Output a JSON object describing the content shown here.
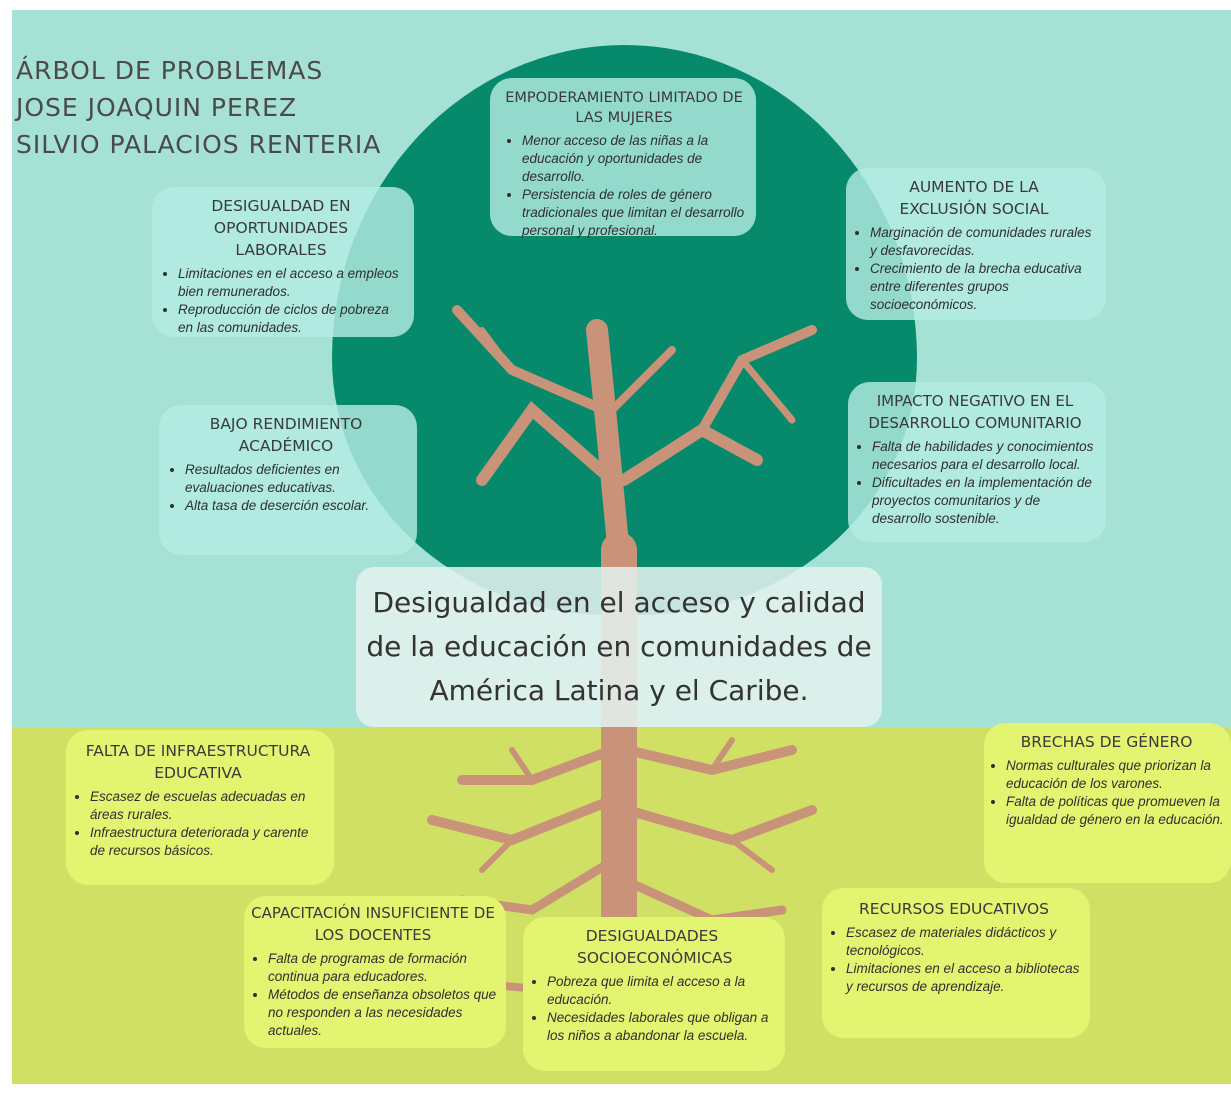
{
  "title_lines": [
    "ÁRBOL DE PROBLEMAS",
    "JOSE JOAQUIN PEREZ",
    "SILVIO PALACIOS RENTERIA"
  ],
  "central_problem": "Desigualdad en el acceso y calidad de la educación en comunidades de América Latina y el Caribe.",
  "effects": [
    {
      "title": "EMPODERAMIENTO LIMITADO DE LAS MUJERES",
      "bullets": [
        "Menor acceso de las niñas a la educación y oportunidades de desarrollo.",
        "Persistencia de roles de género tradicionales que limitan el desarrollo personal y profesional."
      ]
    },
    {
      "title": "DESIGUALDAD EN OPORTUNIDADES LABORALES",
      "bullets": [
        "Limitaciones en el acceso a empleos bien remunerados.",
        "Reproducción de ciclos de pobreza en las comunidades."
      ]
    },
    {
      "title": "AUMENTO DE LA EXCLUSIÓN SOCIAL",
      "bullets": [
        "Marginación de comunidades rurales y desfavorecidas.",
        "Crecimiento de la brecha educativa entre diferentes grupos socioeconómicos."
      ]
    },
    {
      "title": "BAJO RENDIMIENTO ACADÉMICO",
      "bullets": [
        "Resultados deficientes en evaluaciones educativas.",
        "Alta tasa de deserción escolar."
      ]
    },
    {
      "title": "IMPACTO NEGATIVO EN EL DESARROLLO COMUNITARIO",
      "bullets": [
        "Falta de habilidades y conocimientos necesarios para el desarrollo local.",
        "Dificultades en la implementación de proyectos comunitarios y de desarrollo sostenible."
      ]
    }
  ],
  "causes": [
    {
      "title": "FALTA DE INFRAESTRUCTURA EDUCATIVA",
      "bullets": [
        "Escasez de escuelas adecuadas en áreas rurales.",
        "Infraestructura deteriorada y carente de recursos básicos."
      ]
    },
    {
      "title": "BRECHAS DE GÉNERO",
      "bullets": [
        "Normas culturales que priorizan la educación de los varones.",
        "Falta de políticas que promueven la igualdad de género en la educación."
      ]
    },
    {
      "title": "CAPACITACIÓN INSUFICIENTE DE LOS DOCENTES",
      "bullets": [
        "Falta de programas de formación continua para educadores.",
        "Métodos de enseñanza obsoletos que no responden a las necesidades actuales."
      ]
    },
    {
      "title": "DESIGUALDADES SOCIOECONÓMICAS",
      "bullets": [
        "Pobreza que limita el acceso a la educación.",
        "Necesidades laborales que obligan a los niños a abandonar la escuela."
      ]
    },
    {
      "title": "RECURSOS EDUCATIVOS",
      "bullets": [
        "Escasez de materiales didácticos y tecnológicos.",
        "Limitaciones en el acceso a bibliotecas y recursos de aprendizaje."
      ]
    }
  ],
  "colors": {
    "sky": "#a6e1d6",
    "canopy": "#078a6b",
    "ground": "#cfe065",
    "trunk": "#c9937a",
    "effect_card": "#b2ece2",
    "cause_card": "#e3f471"
  }
}
